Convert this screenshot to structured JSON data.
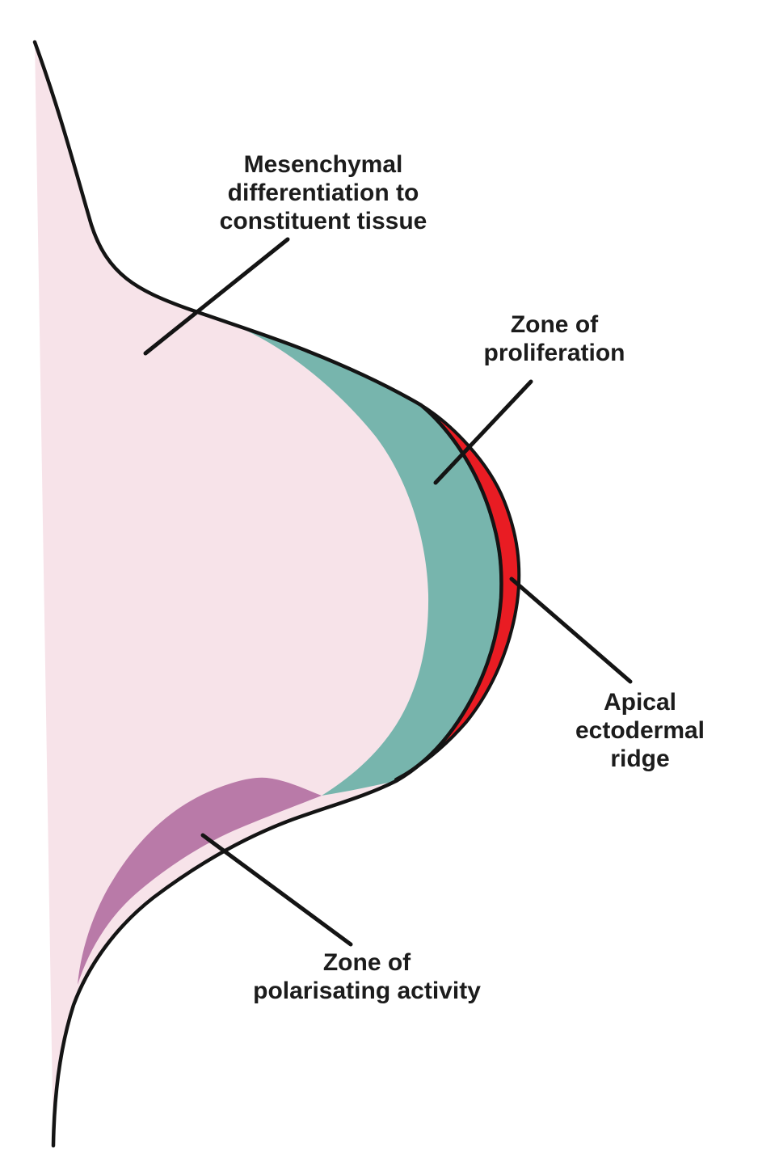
{
  "diagram": {
    "labels": {
      "mesenchymal_differentiation": "Mesenchymal\ndifferentiation to\nconstituent tissue",
      "zone_of_proliferation": "Zone of\nproliferation",
      "apical_ectodermal_ridge": "Apical ectodermal\nridge",
      "zone_of_polarising_activity": "Zone of\npolarisating activity"
    },
    "colors": {
      "background": "#ffffff",
      "mesenchyme_pink": "#f7e3e9",
      "proliferation_teal": "#77b5ad",
      "ridge_red": "#e91c23",
      "polarising_purple": "#b97aa8",
      "outline_black": "#141414",
      "label_text": "#1c1c1c"
    }
  }
}
